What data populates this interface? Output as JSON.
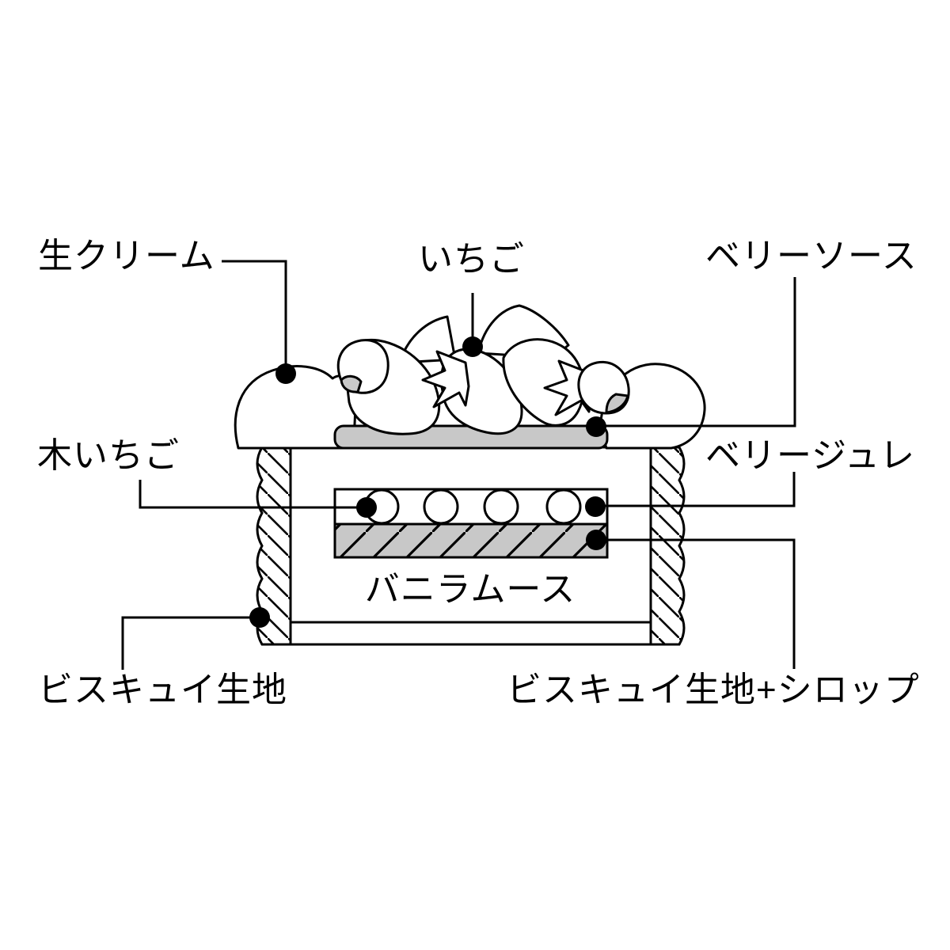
{
  "diagram": {
    "subject": "cake-cross-section",
    "labels": {
      "cream": "生クリーム",
      "strawberry": "いちご",
      "berry_sauce": "ベリーソース",
      "raspberry": "木いちご",
      "berry_jelly": "ベリージュレ",
      "vanilla_mousse": "バニラムース",
      "biscuit": "ビスキュイ生地",
      "biscuit_syrup": "ビスキュイ生地+シロップ"
    },
    "colors": {
      "line": "#000000",
      "gray_fill": "#c8c8c8",
      "background": "#ffffff"
    }
  }
}
